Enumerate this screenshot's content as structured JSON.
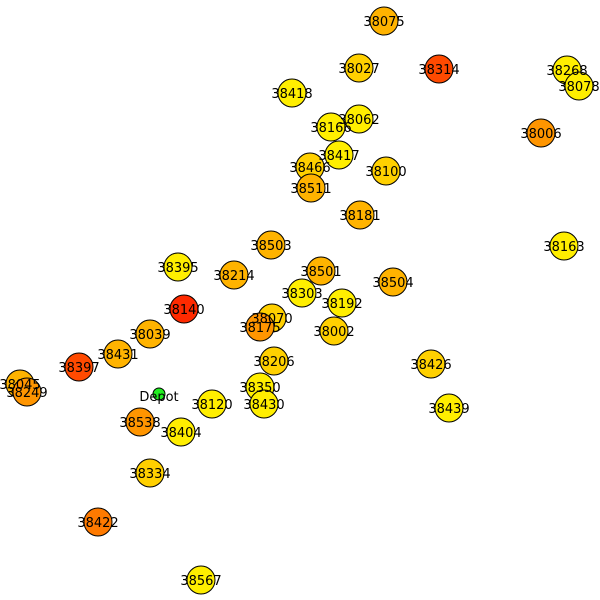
{
  "diagram": {
    "depot": {
      "label": "Depot",
      "color": "#22ee22"
    },
    "colors": {
      "yellow": "#ffee00",
      "yellow_orange": "#ffd000",
      "orange_light": "#ffb300",
      "orange": "#ff9500",
      "orange_dark": "#ff7a00",
      "red_orange": "#ff4a00",
      "red": "#ff2a00"
    },
    "nodes": [
      {
        "id": "38075",
        "color": "orange_light"
      },
      {
        "id": "38027",
        "color": "yellow_orange"
      },
      {
        "id": "38314",
        "color": "red_orange"
      },
      {
        "id": "38268",
        "color": "yellow"
      },
      {
        "id": "38078",
        "color": "yellow"
      },
      {
        "id": "38418",
        "color": "yellow"
      },
      {
        "id": "38062",
        "color": "yellow"
      },
      {
        "id": "38166",
        "color": "yellow"
      },
      {
        "id": "38006",
        "color": "orange"
      },
      {
        "id": "38417",
        "color": "yellow"
      },
      {
        "id": "38466",
        "color": "yellow_orange"
      },
      {
        "id": "38100",
        "color": "yellow_orange"
      },
      {
        "id": "38511",
        "color": "orange_light"
      },
      {
        "id": "38181",
        "color": "orange_light"
      },
      {
        "id": "38163",
        "color": "yellow"
      },
      {
        "id": "38503",
        "color": "orange_light"
      },
      {
        "id": "38395",
        "color": "yellow"
      },
      {
        "id": "38214",
        "color": "orange_light"
      },
      {
        "id": "38501",
        "color": "orange_light"
      },
      {
        "id": "38504",
        "color": "orange_light"
      },
      {
        "id": "38303",
        "color": "yellow"
      },
      {
        "id": "38192",
        "color": "yellow"
      },
      {
        "id": "38140",
        "color": "red"
      },
      {
        "id": "38039",
        "color": "orange_light"
      },
      {
        "id": "38070",
        "color": "yellow_orange"
      },
      {
        "id": "38175",
        "color": "orange"
      },
      {
        "id": "38002",
        "color": "yellow_orange"
      },
      {
        "id": "38431",
        "color": "orange_light"
      },
      {
        "id": "38397",
        "color": "red_orange"
      },
      {
        "id": "38206",
        "color": "yellow_orange"
      },
      {
        "id": "38426",
        "color": "yellow_orange"
      },
      {
        "id": "38045",
        "color": "orange_light"
      },
      {
        "id": "38249",
        "color": "orange"
      },
      {
        "id": "38350",
        "color": "yellow"
      },
      {
        "id": "38120",
        "color": "yellow"
      },
      {
        "id": "38430",
        "color": "yellow"
      },
      {
        "id": "38439",
        "color": "yellow"
      },
      {
        "id": "38538",
        "color": "orange"
      },
      {
        "id": "38404",
        "color": "yellow"
      },
      {
        "id": "38334",
        "color": "yellow_orange"
      },
      {
        "id": "38422",
        "color": "orange_dark"
      },
      {
        "id": "38567",
        "color": "yellow"
      }
    ]
  }
}
